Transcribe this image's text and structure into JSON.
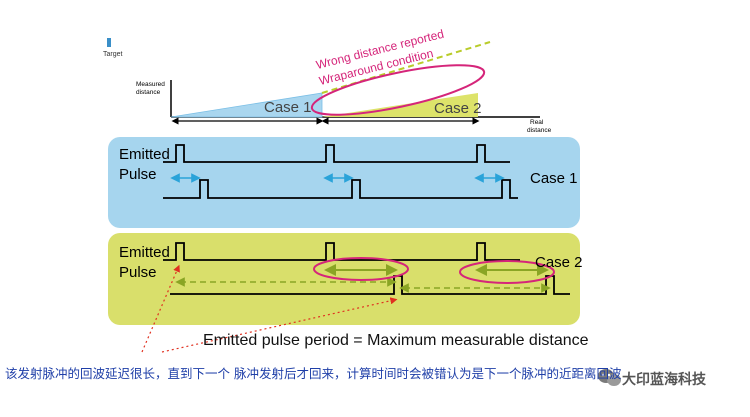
{
  "legend": {
    "target": "Target"
  },
  "axes": {
    "y_label_line1": "Measured",
    "y_label_line2": "distance",
    "x_label_line1": "Real",
    "x_label_line2": "distance"
  },
  "graph": {
    "case1": "Case 1",
    "case2": "Case 2",
    "wrong_distance": "Wrong distance reported",
    "wraparound": "Wraparound condition"
  },
  "panel1": {
    "label_line1": "Emitted",
    "label_line2": "Pulse",
    "case": "Case 1"
  },
  "panel2": {
    "label_line1": "Emitted",
    "label_line2": "Pulse",
    "case": "Case 2"
  },
  "formula": "Emitted pulse period = Maximum measurable distance",
  "chinese_caption": "该发射脉冲的回波延迟很长，直到下一个 脉冲发射后才回来，计算时间时会被错认为是下一个脉冲的近距离回波",
  "watermark": "大印蓝海科技",
  "colors": {
    "case1_fill": "#a9d6ef",
    "case2_fill": "#dde36a",
    "panel1_bg": "#a6d5ee",
    "panel2_bg": "#d9df6b",
    "arrow_blue": "#2aa3d9",
    "arrow_green": "#8aa524",
    "ellipse_magenta": "#d5257a",
    "caption_blue": "#1f3fa8",
    "red_dotted": "#e03020"
  }
}
